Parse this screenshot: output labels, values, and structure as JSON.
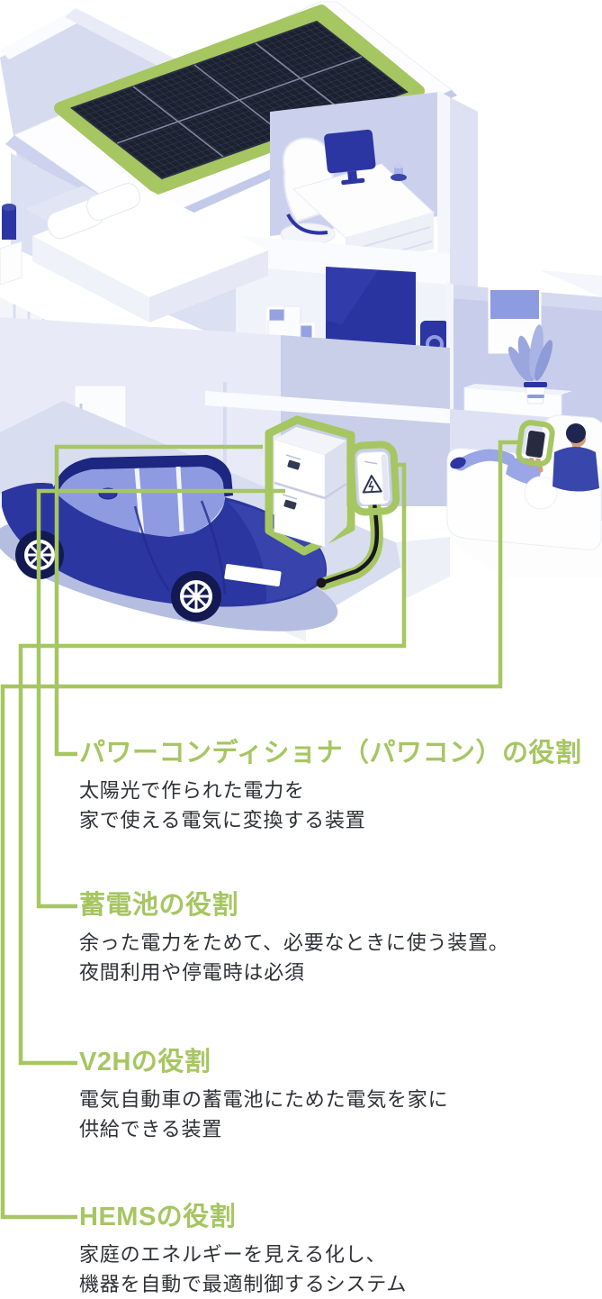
{
  "colors": {
    "accent_green": "#a6c662",
    "car_navy": "#2c36a0",
    "appliance_navy": "#2c36a2",
    "wall_lavender": "#d6daf0",
    "cable_black": "#17171f"
  },
  "illustration": {
    "theme": "smart-home-energy-system-cutaway",
    "highlighted_equipment": [
      "solar-panel",
      "power-conditioner-battery-unit",
      "v2h-charger",
      "smartphone-hems"
    ]
  },
  "sections": [
    {
      "id": "power-conditioner",
      "heading": "パワーコンディショナ（パワコン）の役割",
      "body": "太陽光で作られた電力を\n家で使える電気に変換する装置"
    },
    {
      "id": "battery",
      "heading": "蓄電池の役割",
      "body": "余った電力をためて、必要なときに使う装置。\n夜間利用や停電時は必須"
    },
    {
      "id": "v2h",
      "heading": "V2Hの役割",
      "body": "電気自動車の蓄電池にためた電気を家に\n供給できる装置"
    },
    {
      "id": "hems",
      "heading": "HEMSの役割",
      "body": "家庭のエネルギーを見える化し、\n機器を自動で最適制御するシステム"
    }
  ]
}
